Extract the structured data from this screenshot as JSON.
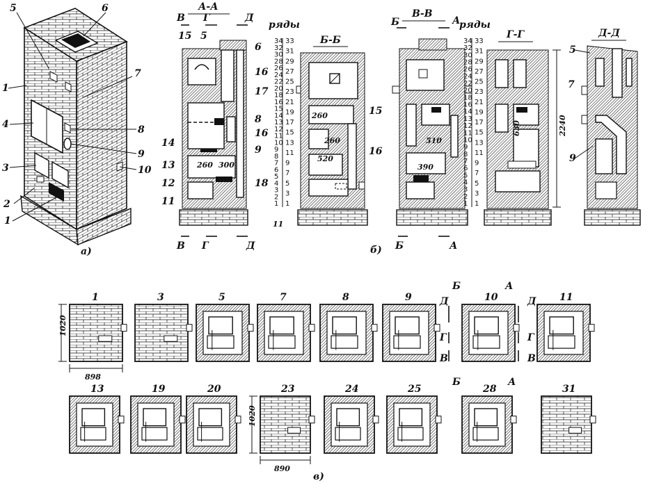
{
  "view_a": {
    "label": "а)",
    "callouts": [
      "5",
      "6",
      "1",
      "7",
      "4",
      "8",
      "9",
      "3",
      "10",
      "2",
      "1"
    ]
  },
  "view_b": {
    "label": "б)",
    "sections": {
      "aa": {
        "title": "А-А",
        "cut_marks": [
          "В",
          "Г",
          "Д"
        ],
        "bottom_marks": [
          "В",
          "Г",
          "Д"
        ]
      },
      "bb": {
        "title": "Б-Б"
      },
      "vv": {
        "title": "В-В",
        "cut_marks": [
          "Б",
          "А"
        ],
        "bottom_marks": [
          "Б",
          "А"
        ]
      },
      "gg": {
        "title": "Г-Г"
      },
      "dd": {
        "title": "Д-Д"
      }
    },
    "rows_title": "ряды",
    "rows_title_2": "ряды",
    "rows_left": [
      "34",
      "32",
      "30",
      "28",
      "26",
      "24",
      "22",
      "20",
      "18",
      "16",
      "15",
      "14",
      "13",
      "12",
      "11",
      "10",
      "9",
      "8",
      "7",
      "6",
      "5",
      "4",
      "3",
      "2",
      "1"
    ],
    "rows_right": [
      "33",
      "31",
      "29",
      "27",
      "25",
      "23",
      "21",
      "19",
      "17",
      "15",
      "13",
      "11",
      "9",
      "7",
      "5",
      "3",
      "1"
    ],
    "rows_left_2": [
      "34",
      "32",
      "30",
      "28",
      "26",
      "24",
      "22",
      "20",
      "18",
      "16",
      "14",
      "13",
      "12",
      "11",
      "10",
      "9",
      "8",
      "7",
      "6",
      "5",
      "4",
      "3",
      "2",
      "1"
    ],
    "rows_right_2": [
      "33",
      "31",
      "29",
      "27",
      "25",
      "23",
      "21",
      "19",
      "17",
      "15",
      "13",
      "11",
      "9",
      "7",
      "5",
      "3",
      "1"
    ],
    "aa_callouts": [
      "15",
      "5",
      "6",
      "16",
      "17",
      "8",
      "16",
      "14",
      "9",
      "13",
      "12",
      "18",
      "11"
    ],
    "aa_dims": [
      "260",
      "300"
    ],
    "aa_bottom_number": "11",
    "bb_callouts": [
      "15",
      "16"
    ],
    "bb_dims": [
      "260",
      "260",
      "520"
    ],
    "vv_dims": [
      "510",
      "390"
    ],
    "gg_dim": "630",
    "height_dim": "2240",
    "dd_callouts": [
      "5",
      "7",
      "9"
    ]
  },
  "view_v": {
    "label": "в)",
    "courses_top": [
      "1",
      "3",
      "5",
      "7",
      "8",
      "9",
      "10",
      "11"
    ],
    "courses_bottom": [
      "13",
      "19",
      "20",
      "23",
      "24",
      "25",
      "28",
      "31"
    ],
    "dim_height_1": "1020",
    "dim_width_1": "898",
    "dim_height_2": "1020",
    "dim_width_2": "890",
    "course10_marks": [
      "Б",
      "А",
      "Д",
      "Д",
      "Г",
      "Г",
      "В",
      "В",
      "Б",
      "А"
    ]
  }
}
